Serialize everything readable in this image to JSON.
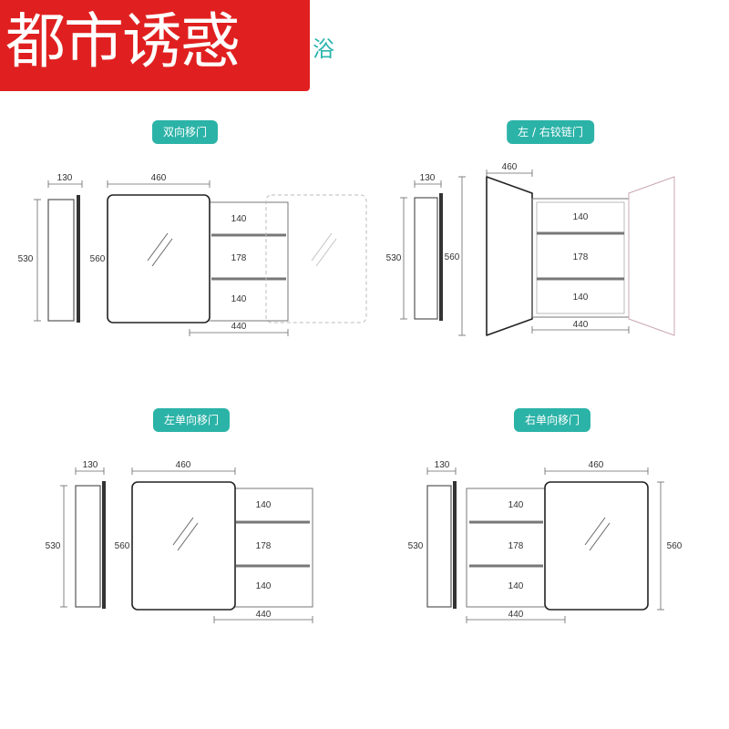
{
  "header": {
    "logo_text": "都市诱惑",
    "brand_tail": "浴"
  },
  "panels": [
    {
      "title": "双向移门",
      "dims": {
        "depth": "130",
        "side_height": "530",
        "door_width": "460",
        "door_height": "560",
        "shelf_top": "140",
        "shelf_mid": "178",
        "shelf_bottom": "140",
        "inner_width": "440"
      }
    },
    {
      "title": "左 / 右铰链门",
      "dims": {
        "depth": "130",
        "side_height": "530",
        "door_width": "460",
        "door_height": "560",
        "shelf_top": "140",
        "shelf_mid": "178",
        "shelf_bottom": "140",
        "inner_width": "440"
      }
    },
    {
      "title": "左单向移门",
      "dims": {
        "depth": "130",
        "side_height": "530",
        "door_width": "460",
        "door_height": "560",
        "shelf_top": "140",
        "shelf_mid": "178",
        "shelf_bottom": "140",
        "inner_width": "440"
      }
    },
    {
      "title": "右单向移门",
      "dims": {
        "depth": "130",
        "side_height": "530",
        "door_width": "460",
        "door_height": "560",
        "shelf_top": "140",
        "shelf_mid": "178",
        "shelf_bottom": "140",
        "inner_width": "440"
      }
    }
  ],
  "colors": {
    "accent": "#2cb3a8",
    "logo_bg": "#e02020",
    "line": "#333333",
    "dim_line": "#666666",
    "ghost": "#bbbbbb"
  }
}
